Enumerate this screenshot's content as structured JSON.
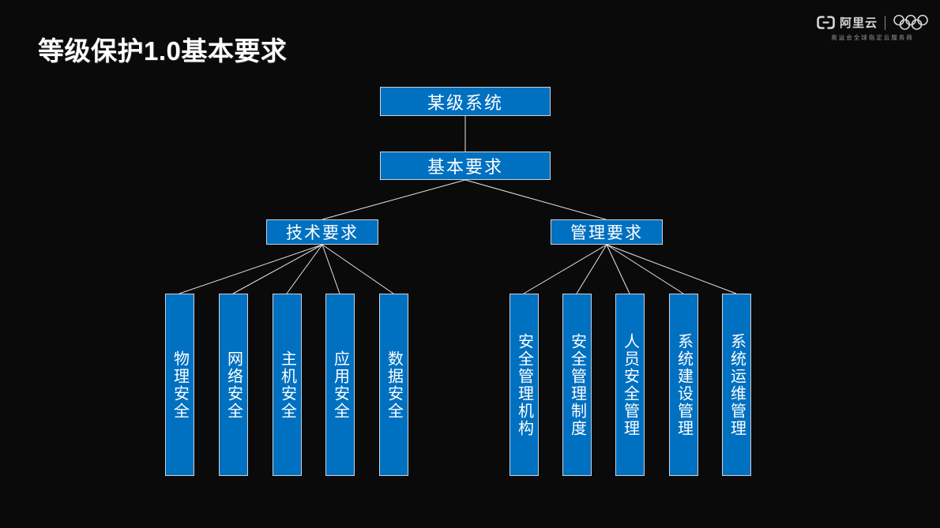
{
  "page": {
    "title": "等级保护1.0基本要求",
    "background_color": "#0a0a0a"
  },
  "logo": {
    "brand": "阿里云",
    "tagline": "奥运会全球指定云服务商",
    "icons": [
      "alibaba-cloud-bracket-icon",
      "olympic-rings-icon"
    ]
  },
  "colors": {
    "box_fill": "#0070C0",
    "box_border": "#CCD2DA",
    "connector": "#E6E6E6",
    "title_text": "#FFFFFF",
    "node_text": "#FFFFFF"
  },
  "tree": {
    "root": {
      "label": "某级系统"
    },
    "level2": {
      "label": "基本要求"
    },
    "branches": [
      {
        "label": "技术要求",
        "children": [
          "物理安全",
          "网络安全",
          "主机安全",
          "应用安全",
          "数据安全"
        ]
      },
      {
        "label": "管理要求",
        "children": [
          "安全管理机构",
          "安全管理制度",
          "人员安全管理",
          "系统建设管理",
          "系统运维管理"
        ]
      }
    ]
  }
}
